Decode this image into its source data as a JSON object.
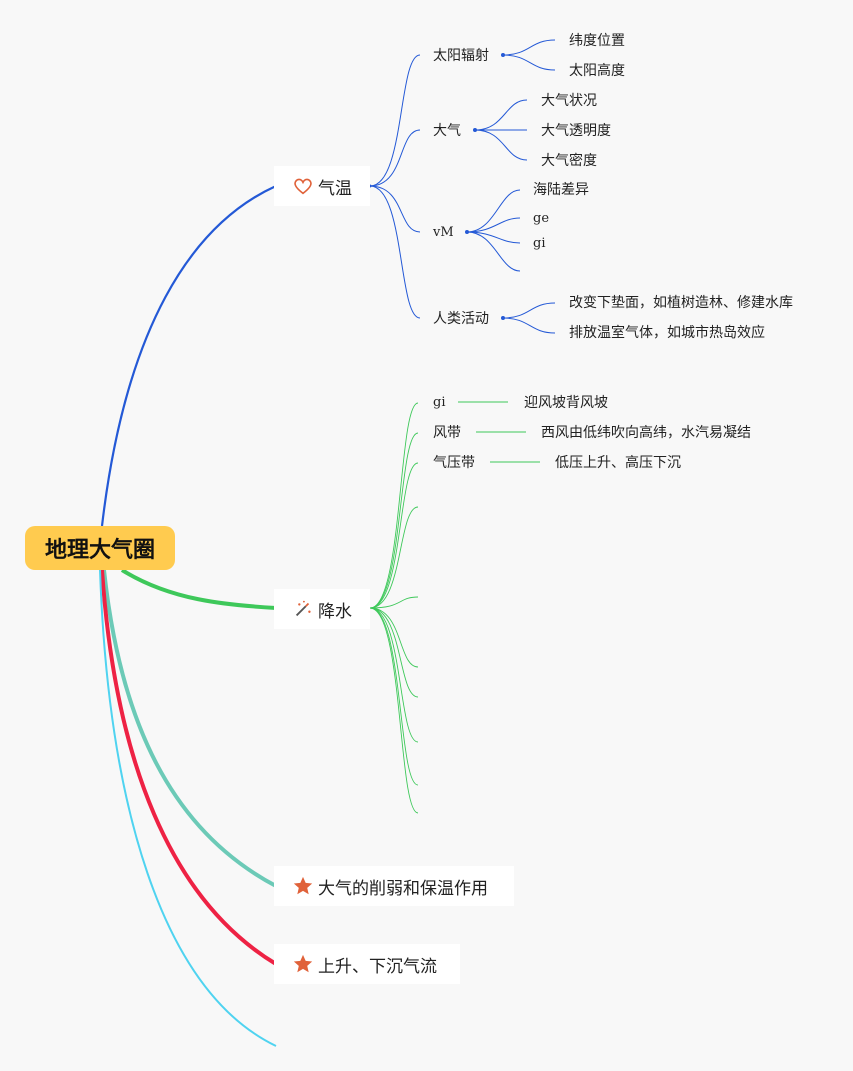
{
  "root": {
    "label": "地理大气圈"
  },
  "topics": {
    "temperature": {
      "label": "气温",
      "icon": "heart-icon",
      "branches": {
        "solar": {
          "label": "太阳辐射",
          "children": [
            "纬度位置",
            "太阳高度"
          ]
        },
        "atmosphere": {
          "label": "大气",
          "children": [
            "大气状况",
            "大气透明度",
            "大气密度"
          ]
        },
        "vm": {
          "label": "vM",
          "children": [
            "海陆差异",
            "ge",
            "gi",
            ""
          ]
        },
        "human": {
          "label": "人类活动",
          "children": [
            "改变下垫面，如植树造林、修建水库",
            "排放温室气体，如城市热岛效应"
          ]
        }
      }
    },
    "precipitation": {
      "label": "降水",
      "icon": "magic-wand-icon",
      "branches": [
        {
          "label": "gi",
          "detail": "迎风坡背风坡"
        },
        {
          "label": "风带",
          "detail": "西风由低纬吹向高纬，水汽易凝结"
        },
        {
          "label": "气压带",
          "detail": "低压上升、高压下沉"
        }
      ]
    },
    "weakening": {
      "label": "大气的削弱和保温作用",
      "icon": "star-icon"
    },
    "airflow": {
      "label": "上升、下沉气流",
      "icon": "star-icon"
    }
  },
  "colors": {
    "background": "#f8f8f8",
    "root": "#ffcb4f",
    "temperature": "#2459d6",
    "precipitation": "#3ec85a",
    "weakening": "#6ccab7",
    "airflow": "#ee2244",
    "fifth": "#4fd3f0",
    "icon": "#e0623a"
  }
}
